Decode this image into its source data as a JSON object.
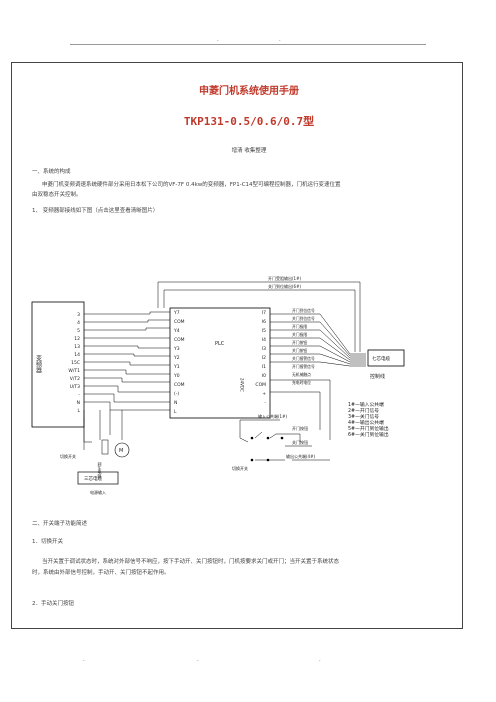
{
  "header_marks": {
    "left": ".",
    "right": "."
  },
  "footer_marks": {
    "a": ".",
    "b": ".",
    "c": "."
  },
  "doc": {
    "title": "申菱门机系统使用手册",
    "model": "TKP131-0.5/0.6/0.7型",
    "author": "增清 收集整理",
    "section1_heading": "一、系统的构成",
    "section1_body_line1": "申菱门机变频调速系统硬件部分采用日本松下公司的VF-7F 0.4kw的变频器，FP1-C14型可编程控制器，门机运行变速位置",
    "section1_body_line2": "由双稳态开关控制。",
    "sub1_heading": "1、  变频器部接线如下图（点击这里查看清晰图片）",
    "section2_heading": "二、开关端子功能简述",
    "sub2_1_heading": "1．切换开关",
    "sub2_1_line1": "当开关置于调试状态时，系统对外部信号不响应，按下手动开、关门按钮时，门机按要求关门或开门；当开关置于系统状态",
    "sub2_1_line2": "时，系统由外部信号控制，手动开、关门按钮不起作用。",
    "sub2_2_heading": "2．手动关门按钮"
  },
  "diagram": {
    "inverter_label": "变频器",
    "inverter_terminals": [
      "3",
      "4",
      "5",
      "12",
      "13",
      "14",
      "15C",
      "W/T1",
      "V/T2",
      "U/T3",
      "-",
      "N",
      "L"
    ],
    "plc_label": "PLC",
    "plc_left_terminals": [
      "Y7",
      "COM",
      "Y4",
      "COM",
      "Y3",
      "Y2",
      "Y1",
      "Y0",
      "COM",
      "(-)",
      "N",
      "L"
    ],
    "plc_right_terminals": [
      "I7",
      "I6",
      "I5",
      "I4",
      "I3",
      "I2",
      "I1",
      "I0",
      "COM",
      "+",
      "-"
    ],
    "plc_side_label": "24VDC",
    "right_labels": [
      "开门到位信号",
      "关门到位信号",
      "开门极限",
      "关门极限",
      "开门按钮",
      "关门按钮",
      "关门报警信号",
      "开门报警信号",
      "无机械触点",
      "充电时电位"
    ],
    "top_labels": [
      "开门受阻输出(1#)",
      "关门到位输出(6#)"
    ],
    "controller_box": "七芯电缆",
    "controller_label": "控制线",
    "legend": [
      "1#—输入公共端",
      "2#—开门信号",
      "3#—关门信号",
      "4#—输出公共端",
      "5#—开门到位输出",
      "6#—关门到位输出"
    ],
    "motor_label": "M",
    "power_box": "三芯电缆",
    "power_label": "电源输入",
    "switch_label": "切换开关",
    "brake_label": "刹车电阻",
    "bottom_label_1": "输入公共端(1#)",
    "bottom_label_2": "开门按钮",
    "bottom_label_3": "关门按钮",
    "bottom_label_4": "输出公共端(4#)",
    "bottom_switch": "切换开关"
  }
}
